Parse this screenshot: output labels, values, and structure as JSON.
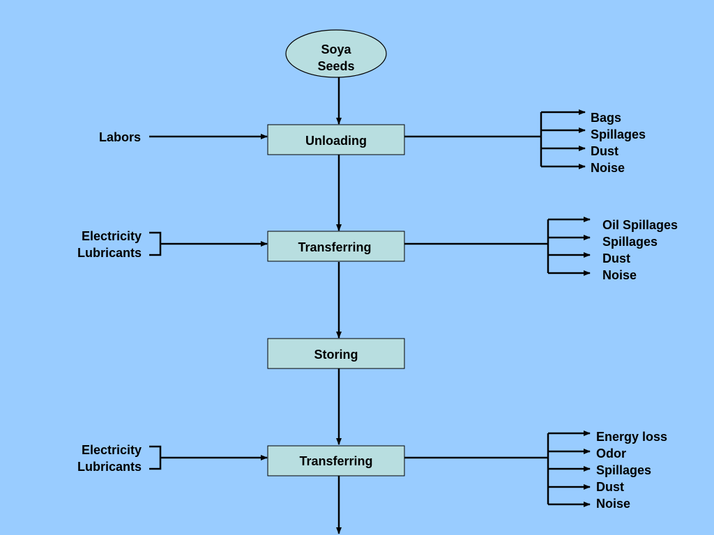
{
  "start_node": {
    "line1": "Soya",
    "line2": "Seeds"
  },
  "steps": [
    {
      "label": "Unloading",
      "inputs": [
        "Labors"
      ],
      "outputs": [
        "Bags",
        "Spillages",
        "Dust",
        "Noise"
      ]
    },
    {
      "label": "Transferring",
      "inputs": [
        "Electricity",
        "Lubricants"
      ],
      "outputs": [
        "Oil Spillages",
        "Spillages",
        "Dust",
        "Noise"
      ]
    },
    {
      "label": "Storing",
      "inputs": [],
      "outputs": []
    },
    {
      "label": "Transferring",
      "inputs": [
        "Electricity",
        "Lubricants"
      ],
      "outputs": [
        "Energy loss",
        "Odor",
        "Spillages",
        "Dust",
        "Noise"
      ]
    }
  ],
  "colors": {
    "background": "#99CCFF",
    "box_fill": "#B8DEE0",
    "line": "#000000"
  }
}
